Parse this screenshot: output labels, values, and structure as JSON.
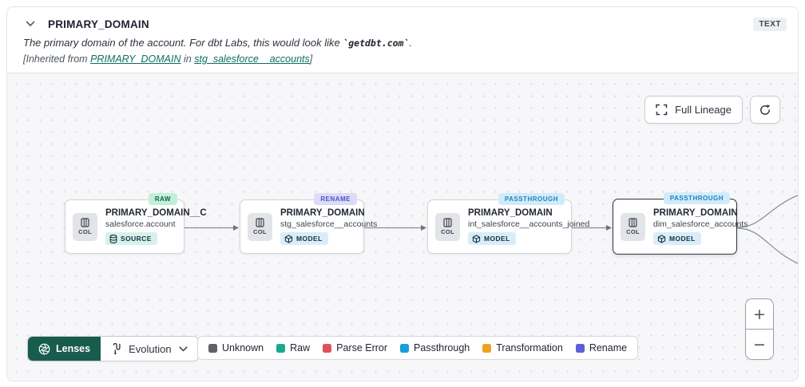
{
  "header": {
    "title": "PRIMARY_DOMAIN",
    "type_badge": "TEXT",
    "description_prefix": "The primary domain of the account. For dbt Labs, this would look like ",
    "description_code": "`getdbt.com`",
    "description_suffix": ".",
    "inherited_prefix": "[Inherited from ",
    "inherited_link_column": "PRIMARY_DOMAIN",
    "inherited_middle": " in ",
    "inherited_link_model": "stg_salesforce__accounts",
    "inherited_suffix": "]"
  },
  "toolbar": {
    "full_lineage_label": "Full Lineage"
  },
  "nodes": [
    {
      "title": "PRIMARY_DOMAIN__C",
      "subtitle": "salesforce.account",
      "resource": "SOURCE",
      "tag": "RAW",
      "col_label": "COL"
    },
    {
      "title": "PRIMARY_DOMAIN",
      "subtitle": "stg_salesforce__accounts",
      "resource": "MODEL",
      "tag": "RENAME",
      "col_label": "COL"
    },
    {
      "title": "PRIMARY_DOMAIN",
      "subtitle": "int_salesforce__accounts_joined",
      "resource": "MODEL",
      "tag": "PASSTHROUGH",
      "col_label": "COL"
    },
    {
      "title": "PRIMARY_DOMAIN",
      "subtitle": "dim_salesforce_accounts",
      "resource": "MODEL",
      "tag": "PASSTHROUGH",
      "col_label": "COL"
    }
  ],
  "controls": {
    "lenses_label": "Lenses",
    "lens_selected": "Evolution",
    "zoom_in": "+",
    "zoom_out": "−"
  },
  "legend": {
    "items": [
      {
        "label": "Unknown",
        "color": "#5f6166"
      },
      {
        "label": "Raw",
        "color": "#18ab8c"
      },
      {
        "label": "Parse Error",
        "color": "#e14f5a"
      },
      {
        "label": "Passthrough",
        "color": "#179fd8"
      },
      {
        "label": "Transformation",
        "color": "#f0a11d"
      },
      {
        "label": "Rename",
        "color": "#5d5fd8"
      }
    ]
  },
  "colors": {
    "lenses_bg": "#175c4c",
    "link_teal": "#0d6f64",
    "canvas_bg": "#f7f7f9"
  }
}
